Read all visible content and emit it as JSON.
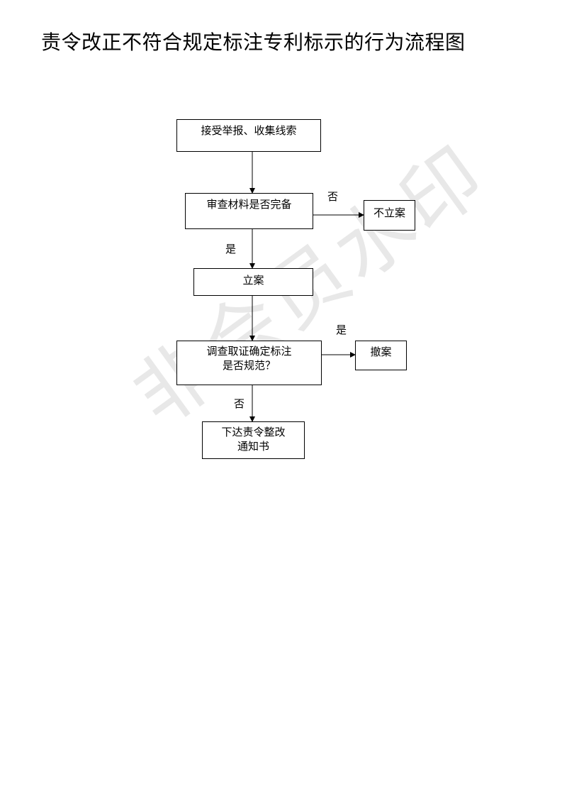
{
  "title": "责令改正不符合规定标注专利标示的行为流程图",
  "watermark": "非会员水印",
  "nodes": {
    "receive_report": "接受举报、收集线索",
    "review_materials": "审查材料是否完备",
    "no_filing": "不立案",
    "file_case": "立案",
    "investigate_line1": "调查取证确定标注",
    "investigate_line2": "是否规范？",
    "withdraw": "撤案",
    "notice_line1": "下达责令整改",
    "notice_line2": "通知书"
  },
  "edge_labels": {
    "review_no": "否",
    "review_yes": "是",
    "investigate_yes": "是",
    "investigate_no": "否"
  }
}
